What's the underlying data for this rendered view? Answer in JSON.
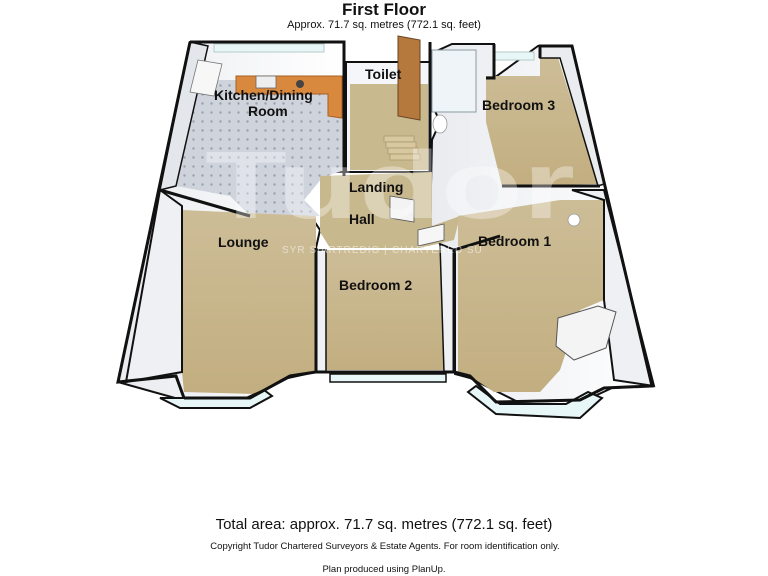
{
  "header": {
    "title": "First Floor",
    "subtitle": "Approx. 71.7 sq. metres (772.1 sq. feet)"
  },
  "rooms": {
    "kitchen_line1": "Kitchen/Dining",
    "kitchen_line2": "Room",
    "toilet": "Toilet",
    "bedroom3": "Bedroom 3",
    "landing": "Landing",
    "hall": "Hall",
    "lounge": "Lounge",
    "bedroom1": "Bedroom 1",
    "bedroom2": "Bedroom 2"
  },
  "watermark": {
    "brand": "Tudor",
    "strapline_left": "SYR SIARTREDIG",
    "strapline_right": "CHARTERED SU"
  },
  "footer": {
    "total_area": "Total area: approx. 71.7 sq. metres (772.1 sq. feet)",
    "copyright": "Copyright Tudor Chartered Surveyors & Estate Agents. For room identification only.",
    "planup": "Plan produced using PlanUp."
  },
  "colors": {
    "wall": "#111111",
    "wall_face": "#f4f5f8",
    "carpet": "#c9b78f",
    "carpet_light": "#d8c9a4",
    "floor_grey": "#cfd4dd",
    "kitchen_worktop": "#d9893e",
    "window_glass": "#e7f6f7"
  }
}
